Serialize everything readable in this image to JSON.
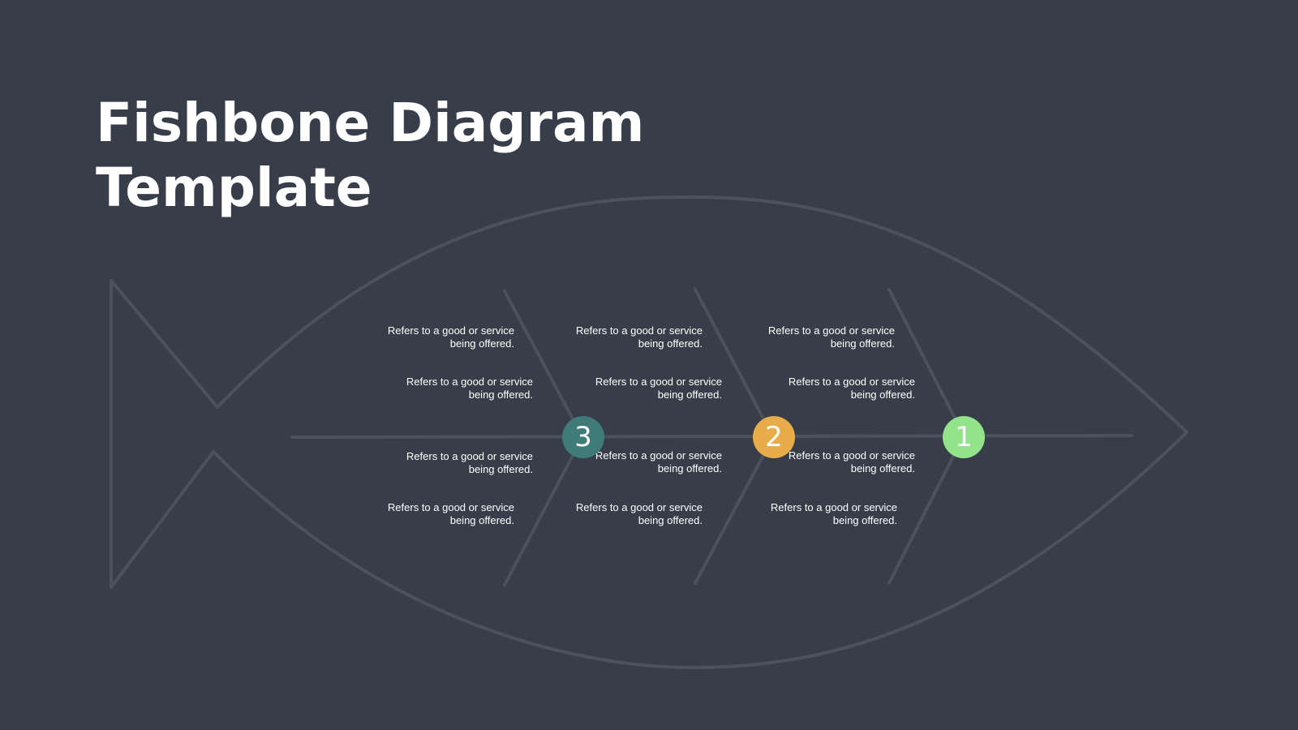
{
  "title": {
    "line1": "Fishbone Diagram",
    "line2": "Template"
  },
  "nodes": [
    {
      "label": "3",
      "color": "#3e7b79"
    },
    {
      "label": "2",
      "color": "#e8ac4b"
    },
    {
      "label": "1",
      "color": "#92e38a"
    }
  ],
  "causes": [
    {
      "line1": "Refers to a good or service",
      "line2": "being offered."
    },
    {
      "line1": "Refers to a good or service",
      "line2": "being offered."
    },
    {
      "line1": "Refers to a good or service",
      "line2": "being offered."
    },
    {
      "line1": "Refers to a good or service",
      "line2": "being offered."
    },
    {
      "line1": "Refers to a good or service",
      "line2": "being offered."
    },
    {
      "line1": "Refers to a good or service",
      "line2": "being offered."
    },
    {
      "line1": "Refers to a good or service",
      "line2": "being offered."
    },
    {
      "line1": "Refers to a good or service",
      "line2": "being offered."
    },
    {
      "line1": "Refers to a good or service",
      "line2": "being offered."
    },
    {
      "line1": "Refers to a good or service",
      "line2": "being offered."
    },
    {
      "line1": "Refers to a good or service",
      "line2": "being offered."
    },
    {
      "line1": "Refers to a good or service",
      "line2": "being offered."
    }
  ],
  "colors": {
    "background": "#373e49",
    "outline": "#4b525d",
    "text": "#ffffff"
  }
}
